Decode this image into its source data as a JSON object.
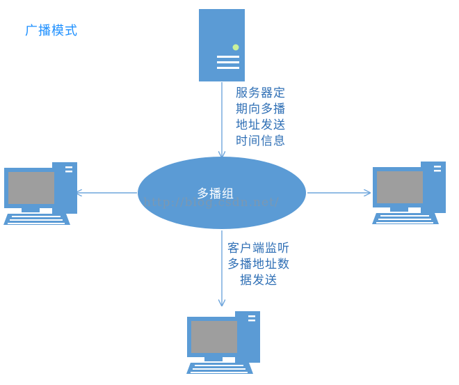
{
  "title": "广播模式",
  "server": {
    "icon": "server-icon"
  },
  "multicast_group": {
    "label": "多播组"
  },
  "annotations": {
    "server_to_group": [
      "服务器定",
      "期向多播",
      "地址发送",
      "时间信息"
    ],
    "group_to_client": [
      "客户端监听",
      "多播地址数",
      "据发送"
    ]
  },
  "clients": [
    {
      "icon": "desktop-computer-icon",
      "position": "left"
    },
    {
      "icon": "desktop-computer-icon",
      "position": "right"
    },
    {
      "icon": "desktop-computer-icon",
      "position": "bottom"
    }
  ],
  "watermark": "http://blog.csdn.net/",
  "colors": {
    "accent": "#5b9bd5",
    "arrow": "#6fa6dc",
    "text": "#2f6fb5",
    "title": "#1e90ff"
  }
}
